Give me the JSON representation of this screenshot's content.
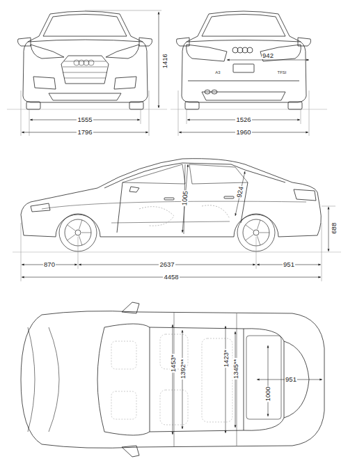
{
  "diagram": {
    "labels": [
      "1416",
      "1555",
      "1796",
      "A3",
      "942",
      "TFSI",
      "1526",
      "1960",
      "1005",
      "924",
      "688",
      "870",
      "2637",
      "951",
      "4458",
      "1453*",
      "1392**",
      "1423*",
      "1345**",
      "951",
      "1000"
    ]
  }
}
